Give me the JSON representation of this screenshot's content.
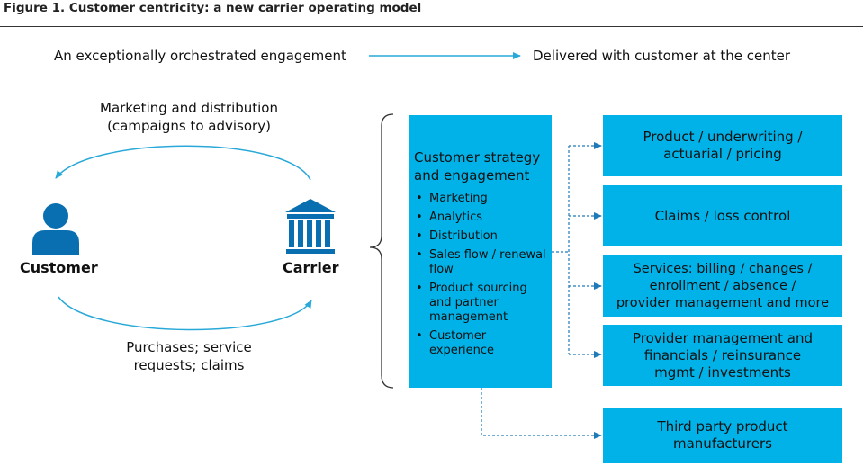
{
  "figure_title": "Figure 1. Customer centricity: a new carrier operating model",
  "header": {
    "left_text": "An exceptionally orchestrated engagement",
    "right_text": "Delivered with customer at the center"
  },
  "cycle": {
    "top_caption_line1": "Marketing and distribution",
    "top_caption_line2": "(campaigns to advisory)",
    "bottom_caption_line1": "Purchases; service",
    "bottom_caption_line2": "requests; claims",
    "customer_label": "Customer",
    "carrier_label": "Carrier"
  },
  "main_box": {
    "heading_line1": "Customer strategy",
    "heading_line2": "and engagement",
    "items": [
      "Marketing",
      "Analytics",
      "Distribution",
      "Sales flow / renewal flow",
      "Product sourcing and partner management",
      "Customer experience"
    ]
  },
  "right_boxes": [
    {
      "line1": "Product / underwriting /",
      "line2": "actuarial / pricing",
      "line3": ""
    },
    {
      "line1": "Claims / loss control",
      "line2": "",
      "line3": ""
    },
    {
      "line1": "Services: billing / changes /",
      "line2": "enrollment  / absence /",
      "line3": "provider management and more"
    },
    {
      "line1": "Provider management and",
      "line2": "financials / reinsurance",
      "line3": "mgmt / investments"
    },
    {
      "line1": "Third party product",
      "line2": "manufacturers",
      "line3": ""
    }
  ],
  "colors": {
    "box_fill": "#00b2e8",
    "arrow": "#29a9d8",
    "dashed_connector": "#1f7ab8",
    "customer_icon": "#0a6fb0",
    "carrier_icon": "#0a6fb0",
    "brace": "#333333"
  },
  "icons": {
    "customer": "person-icon",
    "carrier": "bank-building-icon"
  }
}
